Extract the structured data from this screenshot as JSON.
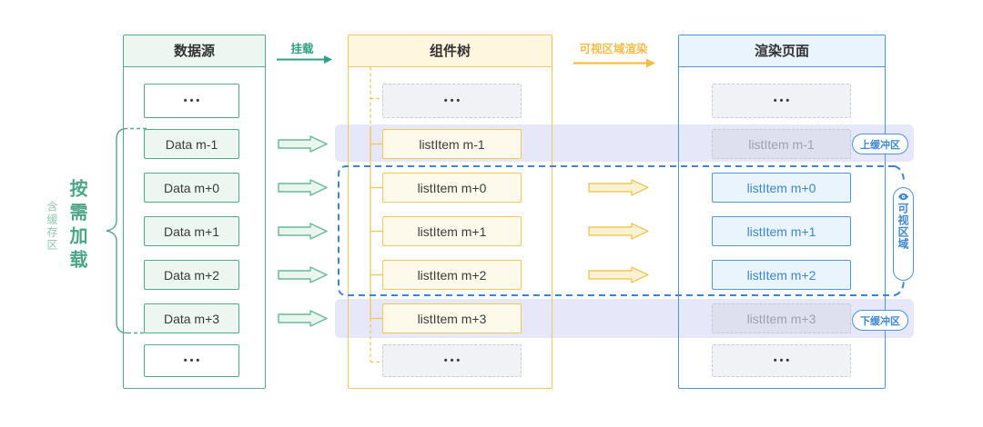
{
  "diagram": {
    "columns": {
      "source": {
        "title": "数据源",
        "items": [
          "•••",
          "Data m-1",
          "Data m+0",
          "Data m+1",
          "Data m+2",
          "Data m+3",
          "•••"
        ]
      },
      "tree": {
        "title": "组件树",
        "items": [
          "•••",
          "listItem m-1",
          "listItem m+0",
          "listItem m+1",
          "listItem m+2",
          "listItem m+3",
          "•••"
        ]
      },
      "render": {
        "title": "渲染页面",
        "items": [
          "•••",
          "listItem m-1",
          "listItem m+0",
          "listItem m+1",
          "listItem m+2",
          "listItem m+3",
          "•••"
        ]
      }
    },
    "labels": {
      "mount": "挂载",
      "viewport_render": "可视区域渲染",
      "on_demand_load": "按需加载",
      "cache_included": "含缓存区",
      "upper_buffer": "上缓冲区",
      "lower_buffer": "下缓冲区",
      "visible_area": "可视区域"
    },
    "colors": {
      "green": "#2fa084",
      "yellow": "#f0c75a",
      "blue": "#4d94d9",
      "buffer_band": "#e6e7f8"
    }
  }
}
